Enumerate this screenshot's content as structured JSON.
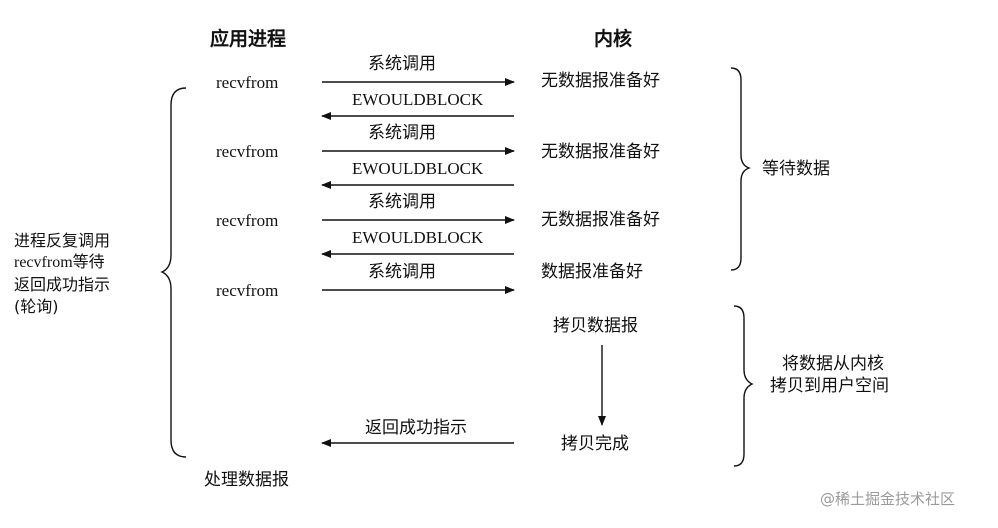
{
  "headers": {
    "app_process": "应用进程",
    "kernel": "内核"
  },
  "calls": {
    "recvfrom": "recvfrom",
    "syscall": "系统调用",
    "ewouldblock": "EWOULDBLOCK",
    "no_datagram_ready": "无数据报准备好",
    "datagram_ready": "数据报准备好",
    "copy_datagram": "拷贝数据报",
    "copy_done": "拷贝完成",
    "return_success": "返回成功指示",
    "process_datagram": "处理数据报"
  },
  "annotations": {
    "left_note": [
      "进程反复调用",
      "recvfrom等待",
      "返回成功指示",
      "(轮询)"
    ],
    "wait_data": "等待数据",
    "copy_note": [
      "将数据从内核",
      "拷贝到用户空间"
    ]
  },
  "watermark": "@稀土掘金技术社区",
  "colors": {
    "ink": "#111111",
    "watermark": "#9a9a9a"
  }
}
